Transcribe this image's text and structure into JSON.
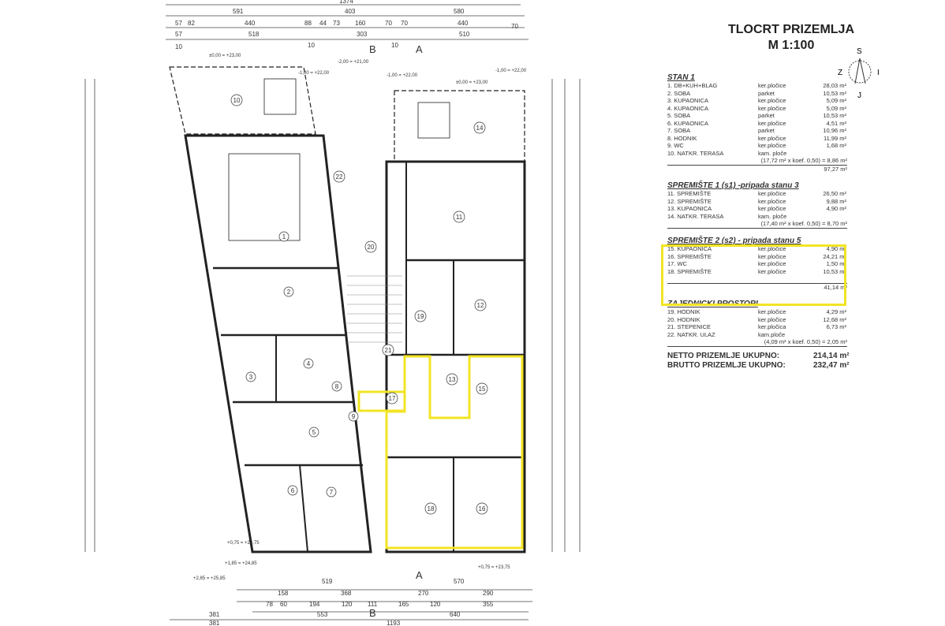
{
  "title": {
    "line1": "TLOCRT  PRIZEMLJA",
    "line2": "M 1:100"
  },
  "compass": {
    "n": "S",
    "w": "Z",
    "e": "I",
    "s": "J"
  },
  "sections": [
    {
      "heading": "STAN 1",
      "rows": [
        {
          "name": "1. DB+KUH+BLAG",
          "floor": "ker.pločice",
          "area": "28,03 m²"
        },
        {
          "name": "2. SOBA",
          "floor": "parket",
          "area": "10,53 m²"
        },
        {
          "name": "3. KUPAONICA",
          "floor": "ker.pločice",
          "area": "5,09 m²"
        },
        {
          "name": "4. KUPAONICA",
          "floor": "ker.pločice",
          "area": "5,09 m²"
        },
        {
          "name": "5. SOBA",
          "floor": "parket",
          "area": "10,53 m²"
        },
        {
          "name": "6. KUPAONICA",
          "floor": "ker.pločice",
          "area": "4,51 m²"
        },
        {
          "name": "7. SOBA",
          "floor": "parket",
          "area": "10,96 m²"
        },
        {
          "name": "8. HODNIK",
          "floor": "ker.pločice",
          "area": "11,99 m²"
        },
        {
          "name": "9. WC",
          "floor": "ker.pločice",
          "area": "1,68 m²"
        },
        {
          "name": "10. NATKR. TERASA",
          "floor": "kam. ploče",
          "area": ""
        }
      ],
      "calc": "(17,72 m² x koef. 0,50) =  8,86 m²",
      "total": "97,27 m²"
    },
    {
      "heading": "SPREMIŠTE 1 (s1) -pripada stanu 3",
      "rows": [
        {
          "name": "11. SPREMIŠTE",
          "floor": "ker.pločice",
          "area": "26,50 m²"
        },
        {
          "name": "12. SPREMIŠTE",
          "floor": "ker.pločice",
          "area": "9,88 m²"
        },
        {
          "name": "13. KUPAONICA",
          "floor": "ker.pločice",
          "area": "4,90 m²"
        },
        {
          "name": "14. NATKR. TERASA",
          "floor": "kam. ploče",
          "area": ""
        }
      ],
      "calc": "(17,40 m² x koef. 0,50) =  8,70 m²",
      "total": ""
    },
    {
      "heading": "SPREMIŠTE 2 (s2) - pripada stanu 5",
      "rows": [
        {
          "name": "15. KUPAONICA",
          "floor": "ker.pločice",
          "area": "4,90 m²"
        },
        {
          "name": "16. SPREMIŠTE",
          "floor": "ker.pločice",
          "area": "24,21 m²"
        },
        {
          "name": "17. WC",
          "floor": "ker.pločice",
          "area": "1,50 m²"
        },
        {
          "name": "18. SPREMIŠTE",
          "floor": "ker.pločice",
          "area": "10,53 m²"
        }
      ],
      "calc": "",
      "total": "41,14 m²"
    },
    {
      "heading": "ZAJEDNICKI PROSTORI",
      "rows": [
        {
          "name": "19. HODNIK",
          "floor": "ker.pločice",
          "area": "4,29 m²"
        },
        {
          "name": "20. HODNIK",
          "floor": "ker.pločice",
          "area": "12,68 m²"
        },
        {
          "name": "21. STEPENICE",
          "floor": "ker.pločica",
          "area": "6,73 m²"
        },
        {
          "name": "22. NATKR. ULAZ",
          "floor": "kam.ploče",
          "area": ""
        }
      ],
      "calc": "(4,09 m² x koef. 0,50) =  2,05 m²",
      "total": ""
    }
  ],
  "totals": [
    {
      "label": "NETTO PRIZEMLJE UKUPNO:",
      "value": "214,14 m²"
    },
    {
      "label": "BRUTTO PRIZEMLJE UKUPNO:",
      "value": "232,47 m²"
    }
  ],
  "highlight_color": "#f2e424",
  "plan": {
    "rooms": [
      "1",
      "2",
      "3",
      "4",
      "5",
      "6",
      "7",
      "8",
      "9",
      "10",
      "11",
      "12",
      "13",
      "14",
      "15",
      "16",
      "17",
      "18",
      "19",
      "20",
      "21",
      "22"
    ],
    "sections": [
      "B",
      "A",
      "A",
      "B"
    ],
    "top_dims": [
      "1374",
      "591",
      "403",
      "580",
      "57",
      "82",
      "440",
      "88",
      "44",
      "73",
      "160",
      "70",
      "70",
      "440",
      "70",
      "57",
      "518",
      "303",
      "510",
      "10",
      "10",
      "10"
    ],
    "bottom_dims": [
      "519",
      "570",
      "158",
      "368",
      "270",
      "290",
      "78",
      "60",
      "194",
      "120",
      "111",
      "165",
      "120",
      "355",
      "381",
      "553",
      "640",
      "381",
      "1193"
    ],
    "levels": [
      "±0,00 = +23,00",
      "-1,00 = +22,00",
      "-2,00 = +21,00",
      "-1,00 = +22,00",
      "±0,00 = +23,00",
      "-1,00 = +22,00",
      "+0,75 = +23,75",
      "+1,85 = +24,85",
      "+2,85 = +25,85",
      "+0,75 = +23,75"
    ]
  }
}
